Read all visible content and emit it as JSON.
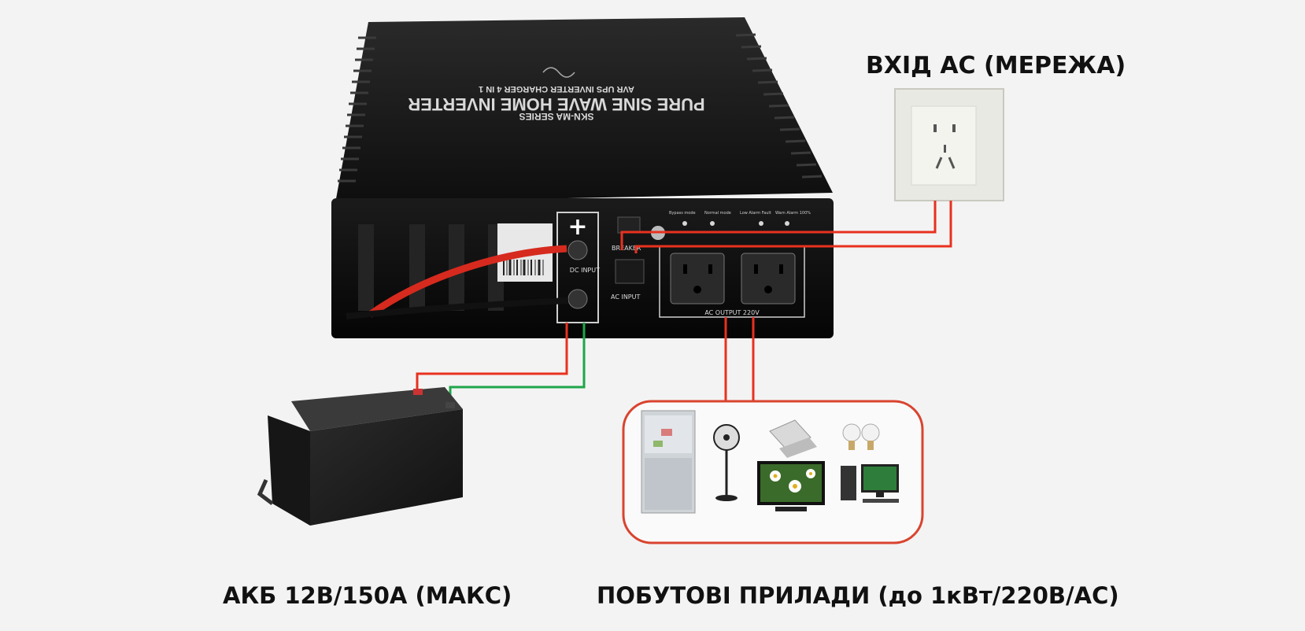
{
  "labels": {
    "ac_input": "ВХІД АС (МЕРЕЖА)",
    "battery": "АКБ 12В/150А (МАКС)",
    "appliances": "ПОБУТОВІ ПРИЛАДИ (до 1кВт/220В/АС)"
  },
  "device": {
    "series": "SKN-MA SERIES",
    "title": "PURE SINE WAVE HOME INVERTER",
    "subtitle": "AVR UPS INVERTER CHARGER 4 IN 1",
    "breaker": "BREAKER",
    "ac_input": "AC INPUT",
    "dc_input": "DC INPUT",
    "ac_output": "AC OUTPUT 220V",
    "plus": "+"
  },
  "indicators": [
    "Bypass mode",
    "Normal mode",
    "Low Alarm Fault",
    "Warn Alarm 100%"
  ],
  "colors": {
    "wire_red": "#e8311f",
    "wire_green": "#1fa64a",
    "device_body": "#141414",
    "appliance_frame": "#d9442f"
  }
}
